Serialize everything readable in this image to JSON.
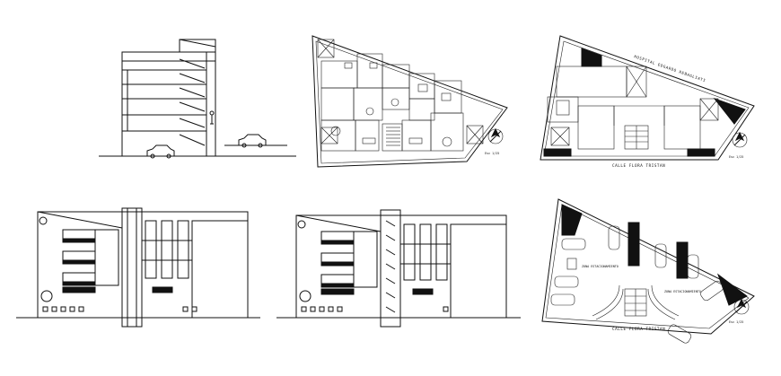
{
  "labels": {
    "ground_plan_scale": "Esc 1/25",
    "upper_plan_scale": "Esc 1/25",
    "parking_scale": "Esc 1/25",
    "upper_plan_street": "CALLE FLORA TRISTAN",
    "upper_plan_street_diag": "HOSPITAL EDGARDO REBAGLIATI",
    "parking_street": "CALLE FLORA TRISTAN",
    "parking_zone_left": "ZONA ESTACIONAMIENTO",
    "parking_zone_right": "ZONA ESTACIONAMIENTO"
  },
  "colors": {
    "ink": "#111111",
    "background": "#ffffff"
  },
  "icons": {
    "north_arrow": "north-arrow-icon",
    "car": "car-icon",
    "person": "person-icon"
  }
}
